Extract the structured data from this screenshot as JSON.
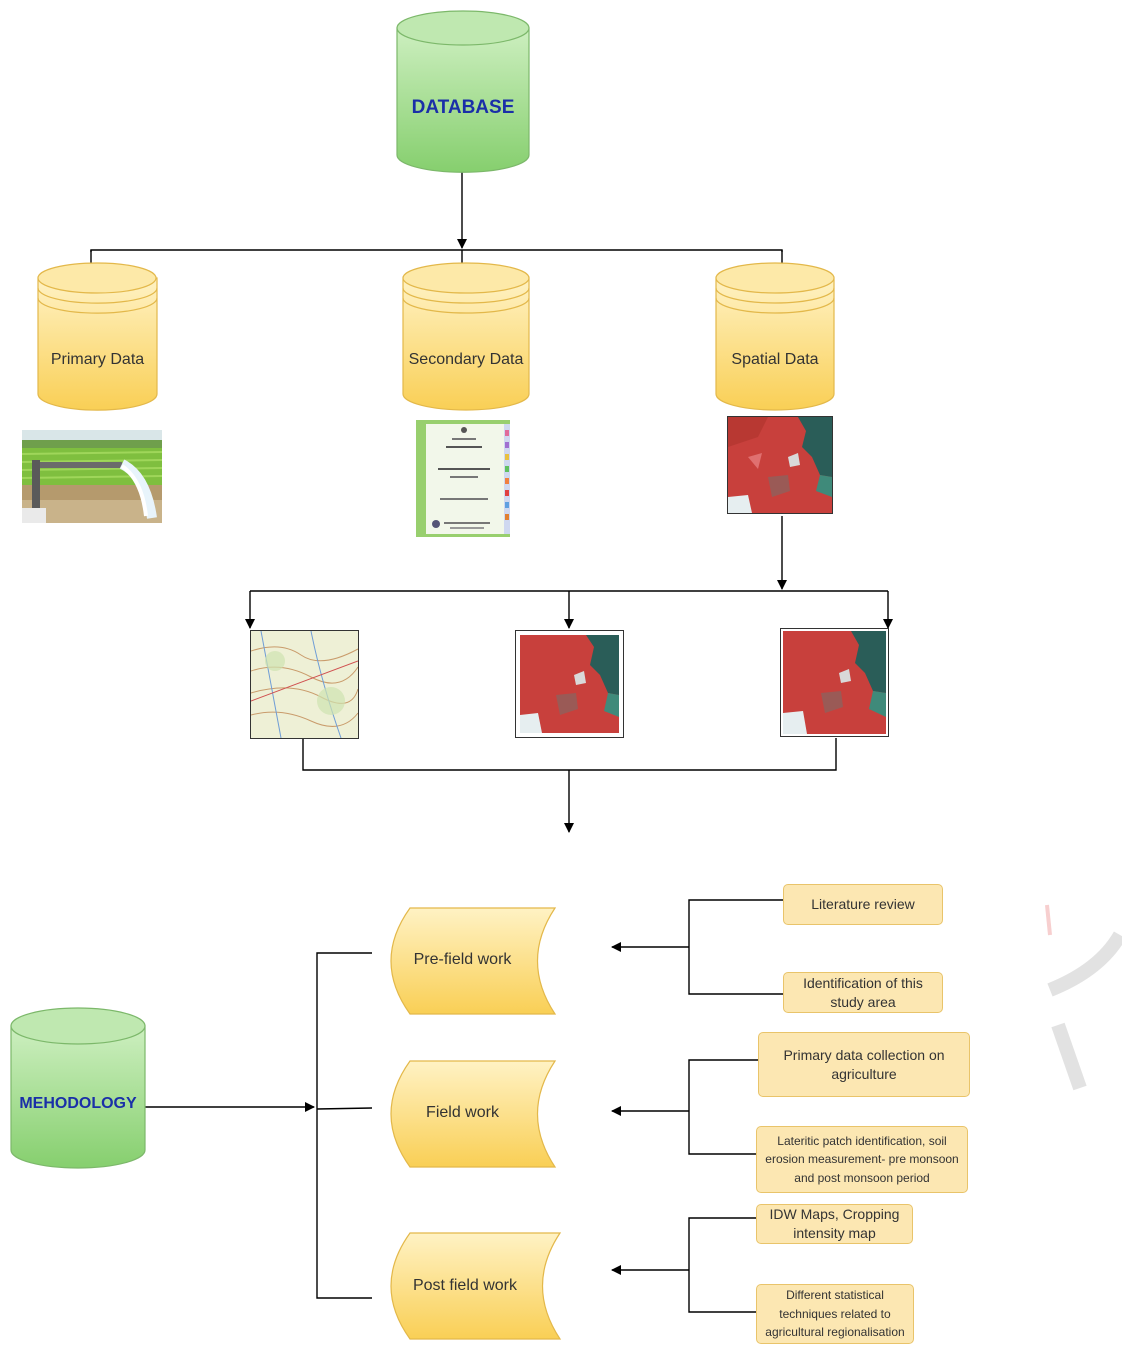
{
  "database": {
    "label": "DATABASE"
  },
  "sources": [
    {
      "label": "Primary Data"
    },
    {
      "label": "Secondary Data"
    },
    {
      "label": "Spatial Data"
    }
  ],
  "methodology": {
    "label": "MEHODOLOGY"
  },
  "stages": [
    {
      "label": "Pre-field work",
      "notes": [
        "Literature review",
        "Identification of this study area"
      ]
    },
    {
      "label": "Field work",
      "notes": [
        "Primary data collection on agriculture",
        "Lateritic patch identification, soil erosion measurement- pre monsoon and post monsoon period"
      ]
    },
    {
      "label": "Post field work",
      "notes": [
        "IDW Maps, Cropping intensity map",
        "Different statistical techniques related to agricultural regionalisation"
      ]
    }
  ],
  "colors": {
    "green": "#9fd98a",
    "yellow": "#fcd770",
    "label_blue": "#1a2fa8"
  }
}
